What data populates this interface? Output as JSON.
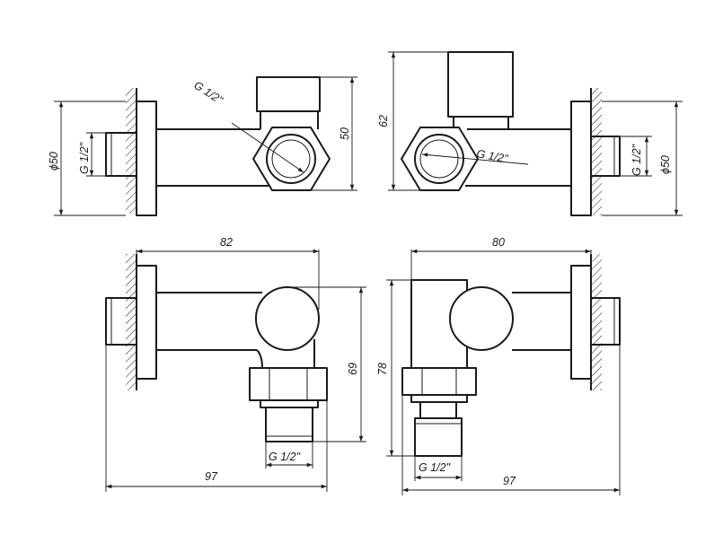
{
  "views": {
    "top_left": {
      "thread_label": "G 1/2\"",
      "outlet_label": "G 1/2\"",
      "diameter_label": "ϕ50",
      "height_label": "50"
    },
    "top_right": {
      "thread_label": "G 1/2\"",
      "outlet_label": "G 1/2\"",
      "diameter_label": "ϕ50",
      "height_label": "62"
    },
    "bottom_left": {
      "width_top_label": "82",
      "height_label": "69",
      "outlet_label": "G 1/2\"",
      "width_bottom_label": "97"
    },
    "bottom_right": {
      "width_top_label": "80",
      "height_label": "78",
      "outlet_label": "G 1/2\"",
      "width_bottom_label": "97"
    }
  }
}
